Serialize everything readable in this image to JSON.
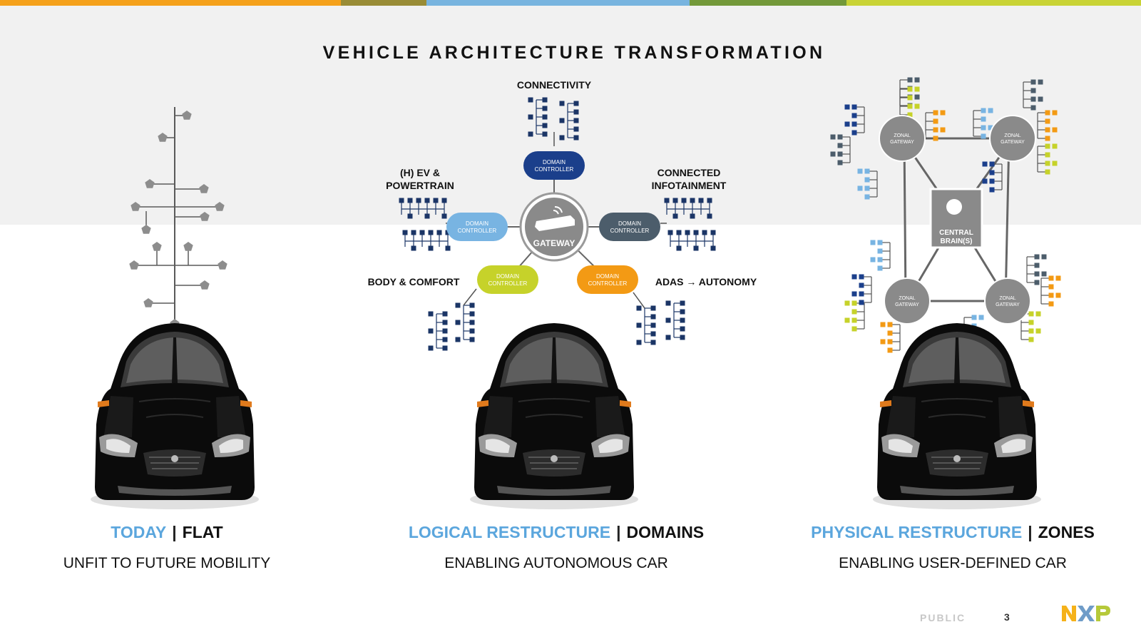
{
  "colors": {
    "stripes": [
      "#f5a11b",
      "#998c36",
      "#78b4df",
      "#73993a",
      "#c9d335"
    ],
    "accent_blue": "#5ba6dd",
    "domain_connectivity": "#1b3f8b",
    "domain_powertrain": "#78b4e2",
    "domain_infotainment": "#4c5d6b",
    "domain_body": "#c6d22a",
    "domain_adas": "#f39a14",
    "node_grey": "#8a8a8a"
  },
  "title": "VEHICLE ARCHITECTURE TRANSFORMATION",
  "panels": [
    {
      "accent": "TODAY",
      "separator": "|",
      "label": "FLAT",
      "subtitle": "UNFIT TO FUTURE MOBILITY"
    },
    {
      "accent": "LOGICAL RESTRUCTURE",
      "separator": "|",
      "label": "DOMAINS",
      "subtitle": "ENABLING AUTONOMOUS CAR"
    },
    {
      "accent": "PHYSICAL RESTRUCTURE",
      "separator": "|",
      "label": "ZONES",
      "subtitle": "ENABLING USER-DEFINED CAR"
    }
  ],
  "domains": {
    "gateway_label": "GATEWAY",
    "controller_label_1": "DOMAIN",
    "controller_label_2": "CONTROLLER",
    "connectivity": "CONNECTIVITY",
    "powertrain_1": "(H) EV &",
    "powertrain_2": "POWERTRAIN",
    "infotainment_1": "CONNECTED",
    "infotainment_2": "INFOTAINMENT",
    "body": "BODY & COMFORT",
    "adas": "ADAS → AUTONOMY"
  },
  "zones": {
    "zonal_label_1": "ZONAL",
    "zonal_label_2": "GATEWAY",
    "brain_label_1": "CENTRAL",
    "brain_label_2": "BRAIN(S)"
  },
  "footer": {
    "classification": "PUBLIC",
    "page_number": "3",
    "logo": "NXP"
  }
}
